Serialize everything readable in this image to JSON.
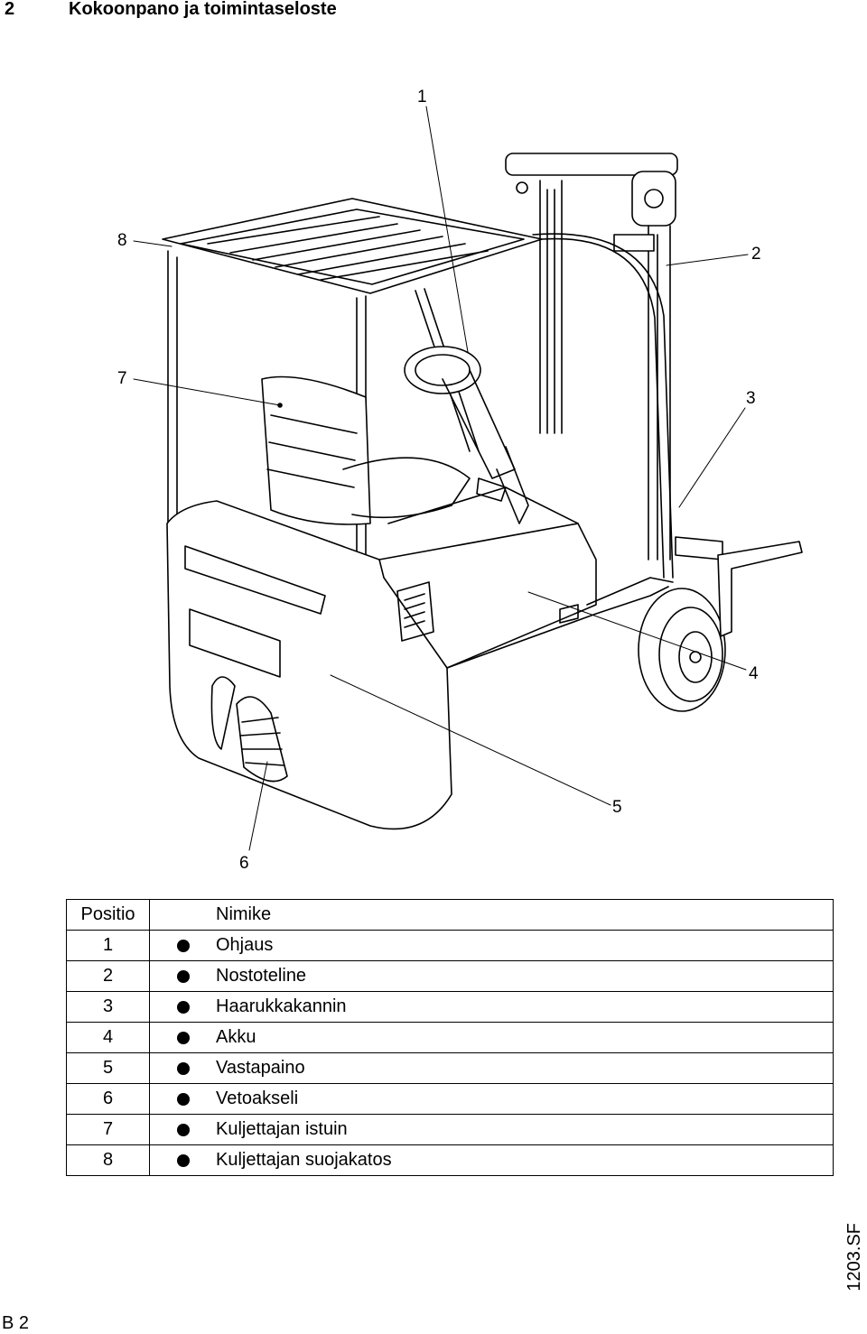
{
  "header": {
    "section_number": "2",
    "title": "Kokoonpano ja toimintaseloste"
  },
  "figure": {
    "callouts": [
      "1",
      "2",
      "3",
      "4",
      "5",
      "6",
      "7",
      "8"
    ]
  },
  "legend": {
    "header": {
      "position": "Positio",
      "name": "Nimike"
    },
    "rows": [
      {
        "position": "1",
        "name": "Ohjaus"
      },
      {
        "position": "2",
        "name": "Nostoteline"
      },
      {
        "position": "3",
        "name": "Haarukkakannin"
      },
      {
        "position": "4",
        "name": "Akku"
      },
      {
        "position": "5",
        "name": "Vastapaino"
      },
      {
        "position": "6",
        "name": "Vetoakseli"
      },
      {
        "position": "7",
        "name": "Kuljettajan istuin"
      },
      {
        "position": "8",
        "name": "Kuljettajan suojakatos"
      }
    ]
  },
  "footer": {
    "doc_code": "1203.SF",
    "page": "B 2"
  }
}
